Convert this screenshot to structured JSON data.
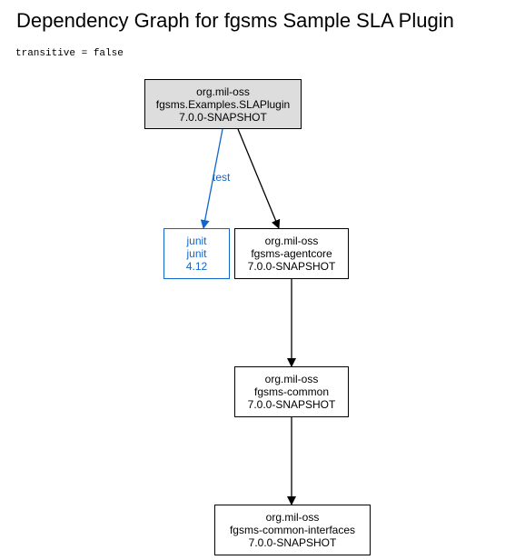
{
  "title": "Dependency Graph for fgsms Sample SLA Plugin",
  "parameter": "transitive = false",
  "colors": {
    "node_border": "#000000",
    "root_fill": "#dddddd",
    "test_scope": "#1166cc",
    "edge_compile": "#000000"
  },
  "nodes": {
    "root": {
      "group": "org.mil-oss",
      "artifact": "fgsms.Examples.SLAPlugin",
      "version": "7.0.0-SNAPSHOT"
    },
    "junit": {
      "group": "junit",
      "artifact": "junit",
      "version": "4.12"
    },
    "agentcore": {
      "group": "org.mil-oss",
      "artifact": "fgsms-agentcore",
      "version": "7.0.0-SNAPSHOT"
    },
    "common": {
      "group": "org.mil-oss",
      "artifact": "fgsms-common",
      "version": "7.0.0-SNAPSHOT"
    },
    "interfaces": {
      "group": "org.mil-oss",
      "artifact": "fgsms-common-interfaces",
      "version": "7.0.0-SNAPSHOT"
    }
  },
  "edges": [
    {
      "from": "root",
      "to": "junit",
      "label": "test",
      "scope": "test"
    },
    {
      "from": "root",
      "to": "agentcore",
      "label": "",
      "scope": "compile"
    },
    {
      "from": "agentcore",
      "to": "common",
      "label": "",
      "scope": "compile"
    },
    {
      "from": "common",
      "to": "interfaces",
      "label": "",
      "scope": "compile"
    }
  ]
}
